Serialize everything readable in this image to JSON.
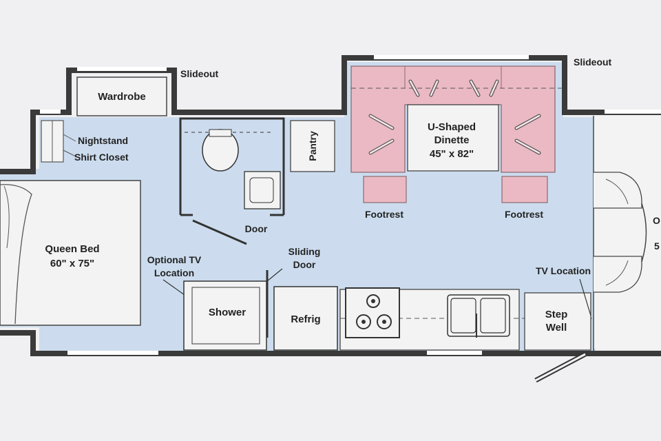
{
  "labels": {
    "slideout_left": "Slideout",
    "slideout_right": "Slideout",
    "wardrobe": "Wardrobe",
    "nightstand": "Nightstand",
    "shirt_closet": "Shirt Closet",
    "pantry": "Pantry",
    "dinette_line1": "U-Shaped",
    "dinette_line2": "Dinette",
    "dinette_size": "45\" x 82\"",
    "footrest_left": "Footrest",
    "footrest_right": "Footrest",
    "door": "Door",
    "sliding_door_line1": "Sliding",
    "sliding_door_line2": "Door",
    "queen_bed": "Queen Bed",
    "queen_bed_size": "60\" x 75\"",
    "optional_tv_line1": "Optional TV",
    "optional_tv_line2": "Location",
    "tv_location": "TV Location",
    "shower": "Shower",
    "refrig": "Refrig",
    "step_well_line1": "Step",
    "step_well_line2": "Well",
    "cab_partial_1": "O",
    "cab_partial_2": "5"
  },
  "colors": {
    "floor": "#ccdcee",
    "wall": "#3a3a3a",
    "dinette": "#eab9c3",
    "fixture": "#f3f3f3",
    "background": "#f0f0f2"
  }
}
